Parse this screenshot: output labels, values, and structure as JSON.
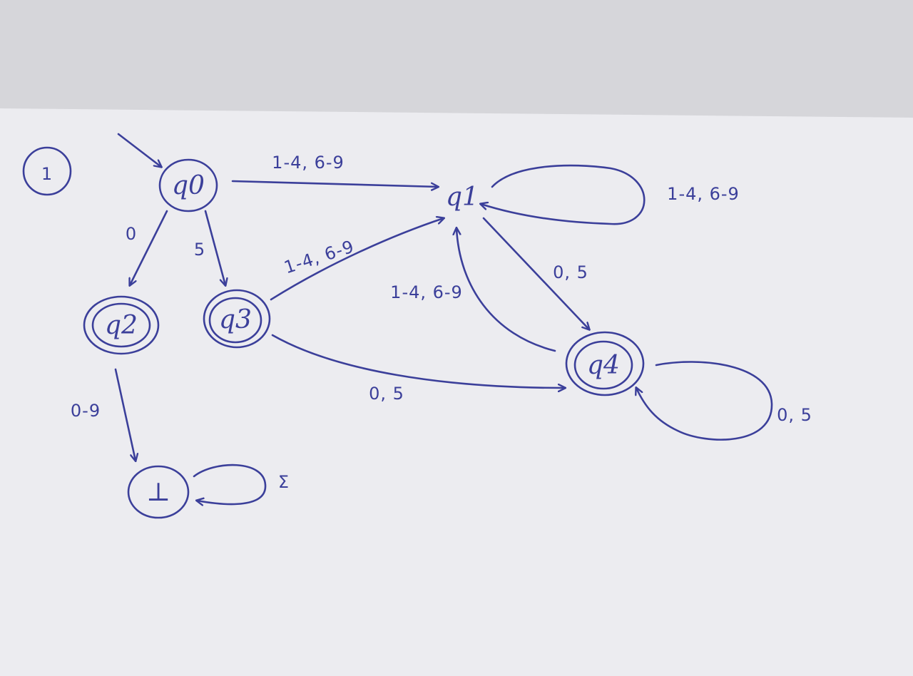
{
  "problem_number": "1",
  "states": {
    "q0": "q0",
    "q1": "q1",
    "q2": "q2",
    "q3": "q3",
    "q4": "q4",
    "dead": "⊥"
  },
  "transitions": {
    "q0_q1": "1-4, 6-9",
    "q1_loop": "1-4, 6-9",
    "q0_q2": "0",
    "q0_q3": "5",
    "q3_q1": "1-4, 6-9",
    "q1_q4": "0, 5",
    "q4_q1": "1-4, 6-9",
    "q3_q4": "0, 5",
    "q4_loop": "0, 5",
    "q2_dead": "0-9",
    "dead_loop": "Σ"
  },
  "colors": {
    "ink": "#3b3f9a",
    "paper": "#ededf1",
    "wall": "#d4d4d8"
  }
}
